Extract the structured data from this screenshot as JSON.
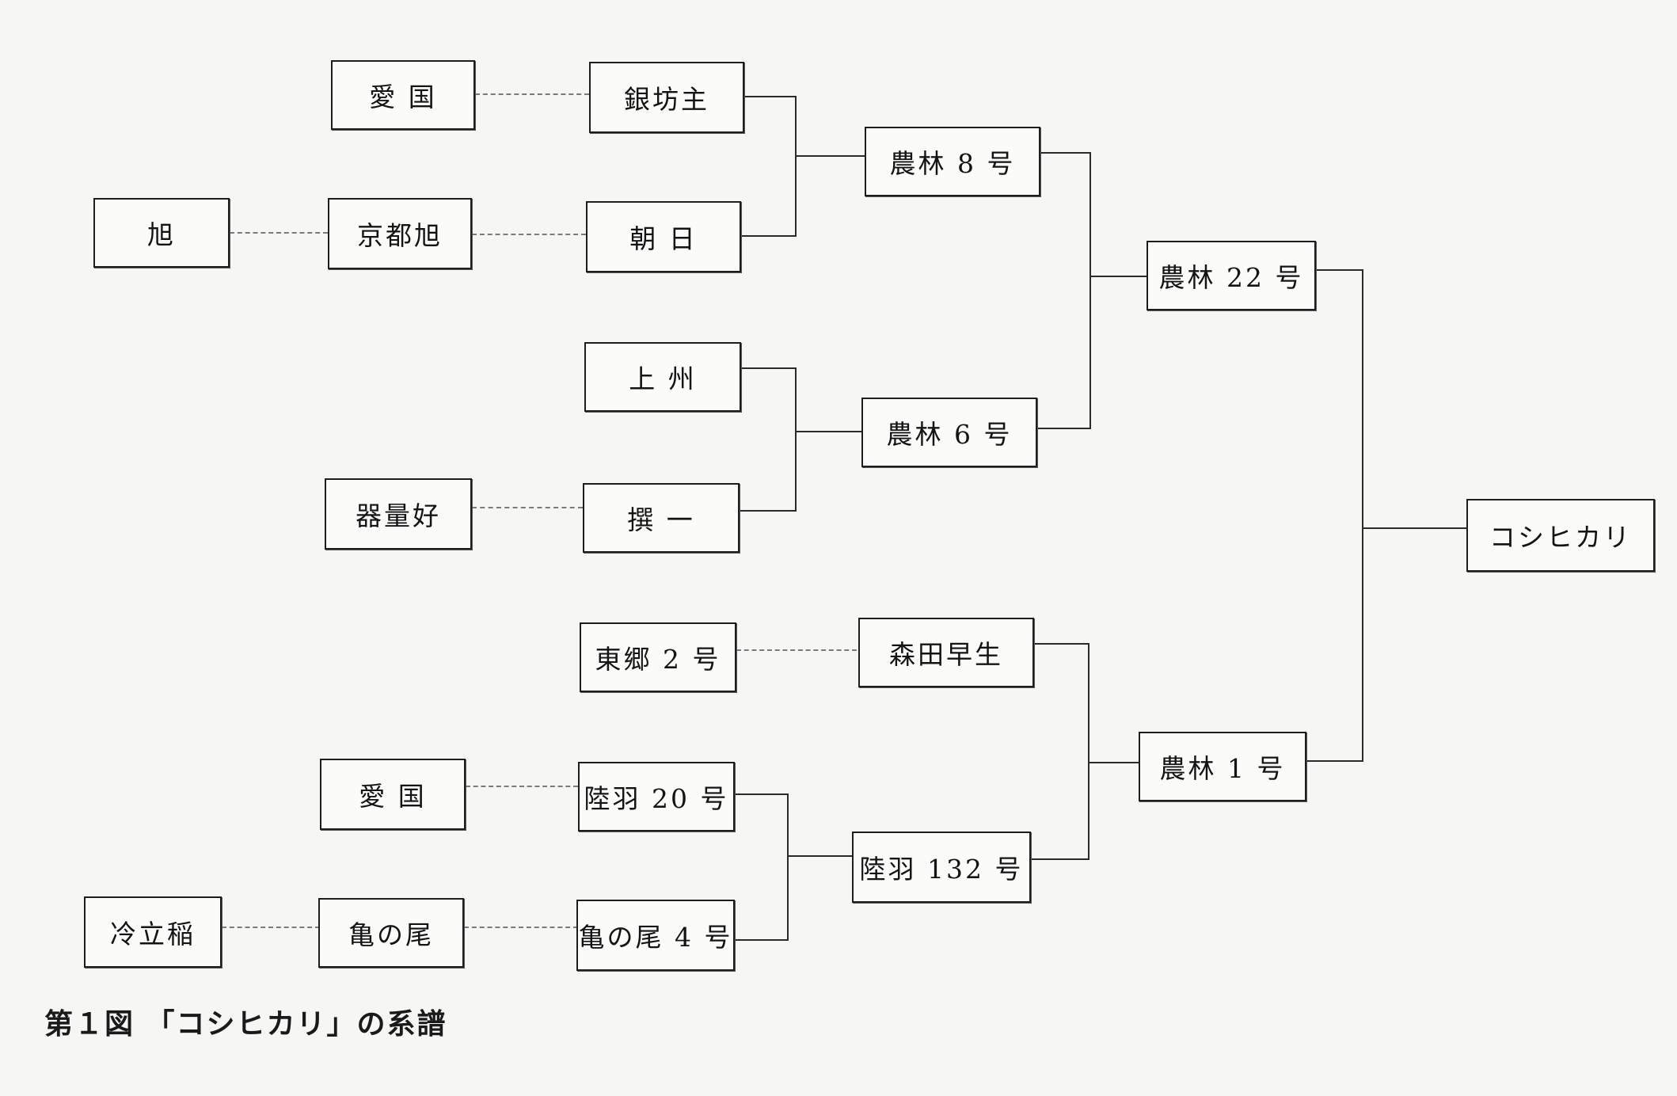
{
  "caption": "第１図 「コシヒカリ」の系譜",
  "nodes": {
    "asahi": "旭",
    "aikoku_top": "愛 国",
    "kyoto_asahi": "京都旭",
    "ginbozu": "銀坊主",
    "asahi_hi": "朝 日",
    "norin8": "農林 8 号",
    "norin22": "農林 22 号",
    "joshu": "上 州",
    "norin6": "農林 6 号",
    "kiryoyoshi": "器量好",
    "senichi": "撰 一",
    "koshihikari": "コシヒカリ",
    "togo2": "東郷 2 号",
    "moritawase": "森田早生",
    "aikoku_bottom": "愛 国",
    "rikuu20": "陸羽 20 号",
    "norin1": "農林 1 号",
    "rikuu132": "陸羽 132 号",
    "reiritsuine": "冷立稲",
    "kamenoo": "亀の尾",
    "kamenoo4": "亀の尾 4 号"
  }
}
